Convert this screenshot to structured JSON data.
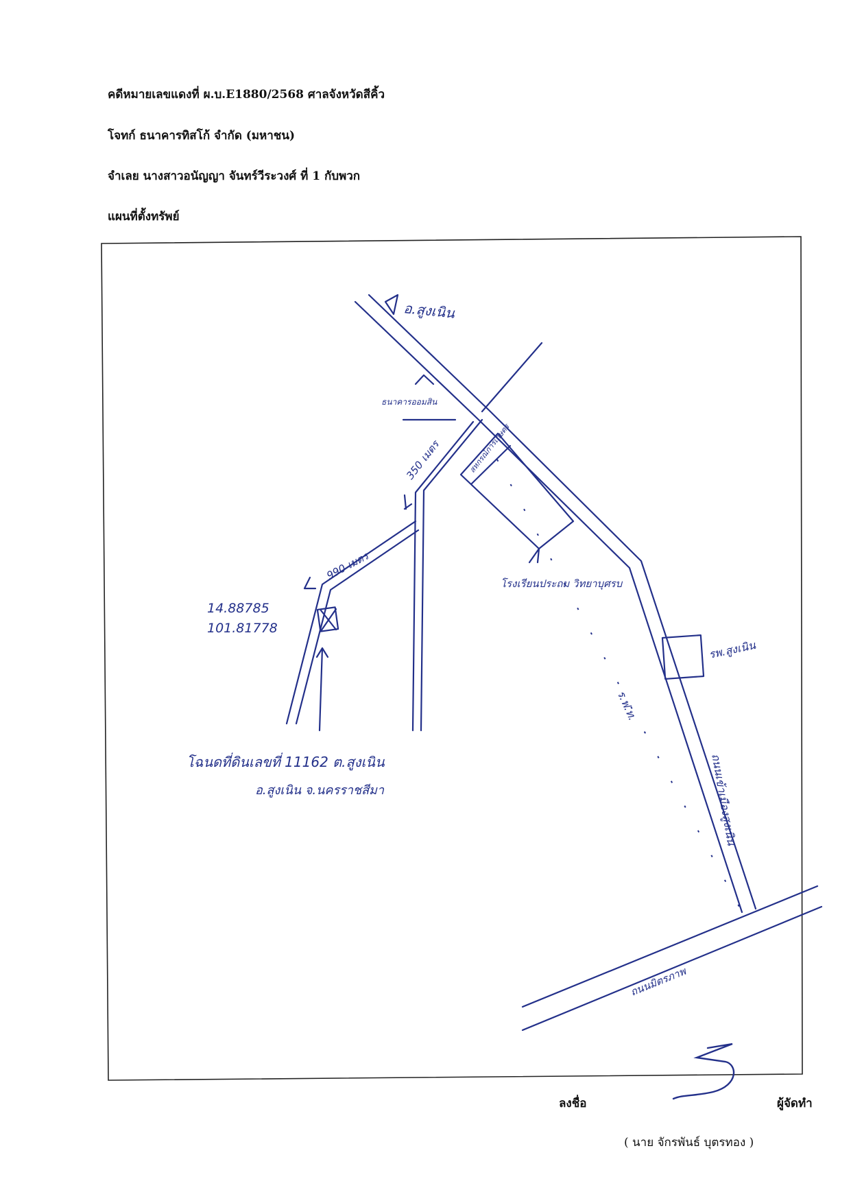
{
  "header": {
    "case_line": "คดีหมายเลขแดงที่ ผ.บ.E1880/2568   ศาลจังหวัดสีคิ้ว",
    "plaintiff_line": "โจทก์  ธนาคารทิสโก้ จำกัด (มหาชน)",
    "defendant_line": "จำเลย นางสาวอนัญญา  จันทร์วีระวงศ์ ที่ 1 กับพวก",
    "map_title": "แผนที่ตั้งทรัพย์"
  },
  "map": {
    "district_label": "อ.สูงเนิน",
    "bank_label": "ธนาคารออมสิน",
    "agri_coop_label": "สหกรณ์การเกษตร",
    "distance_350": "350 เมตร",
    "distance_990": "990 เมตร",
    "lat": "14.88785",
    "lng": "101.81778",
    "school_label": "โรงเรียนประถม วิทยาบุศรบ",
    "hospital_label": "รพ.สูงเนิน",
    "road_sungnoen": "ถนนเข้าเมืองสูงเนิน",
    "road_mittraphap": "ถนนมิตรภาพ",
    "railway_label": "ร.ฟ.ท.",
    "deed_line1": "โฉนดที่ดินเลขที่ 11162 ต.สูงเนิน",
    "deed_line2": "อ.สูงเนิน จ.นครราชสีมา",
    "ink_color": "#23308a"
  },
  "signature": {
    "sign_label": "ลงชื่อ",
    "role_label": "ผู้จัดทำ",
    "name_line": "(  นาย จักรพันธ์  บุตรทอง  )"
  }
}
